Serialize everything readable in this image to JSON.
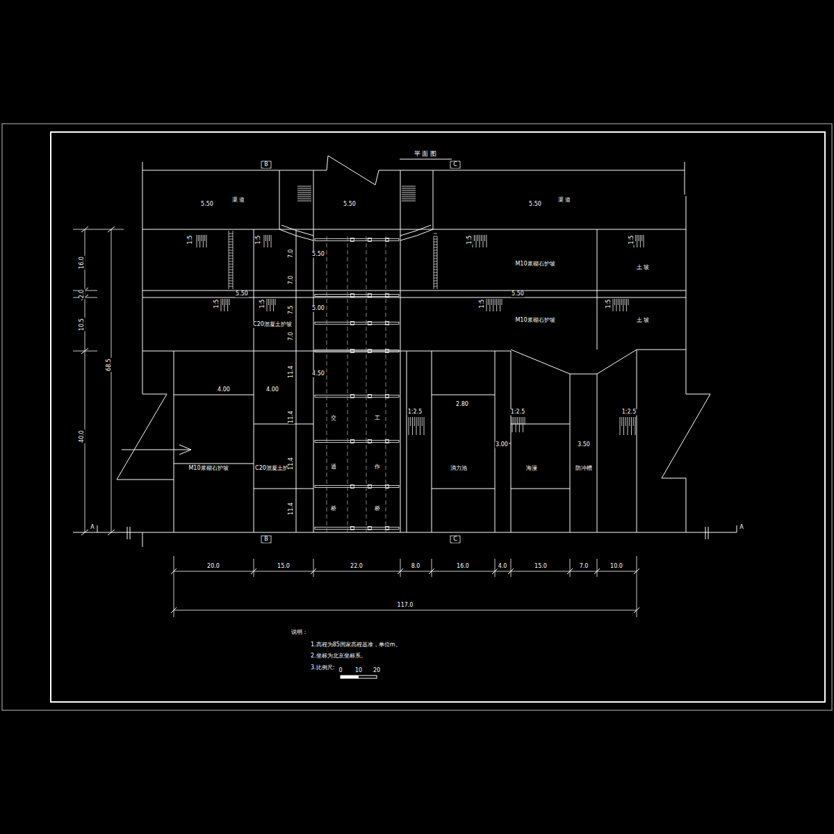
{
  "diagram": {
    "title": "平 面 图",
    "labels": [
      "B",
      "C",
      "B",
      "C",
      "A",
      "A",
      "5.50",
      "渠 道",
      "5.50",
      "5.50",
      "渠 道",
      "1:5",
      "1:5",
      "1:5",
      "1:5",
      "M10浆砌石护坡",
      "土 坡",
      "5.50",
      "5.50",
      "1:5",
      "1:5",
      "1:5",
      "1:5",
      "C20混凝土护坡",
      "M10浆砌石护坡",
      "土 坡",
      "4.00",
      "4.00",
      "1:2.5",
      "2.80",
      "1:2.5",
      "1:2.5",
      "3.00",
      "3.50",
      "M10浆砌石护坡",
      "C20混凝土护坡",
      "消力池",
      "海漫",
      "防冲槽",
      "交",
      "通",
      "桥",
      "工",
      "作",
      "桥",
      "5.50",
      "5.00",
      "4.50",
      "7.0",
      "7.0",
      "7.5",
      "7.0",
      "11.4",
      "11.4",
      "11.4",
      "11.4",
      "16.0",
      "2.0",
      "10.5",
      "40.0",
      "68.5",
      "20.0",
      "15.0",
      "22.0",
      "8.0",
      "16.0",
      "4.0",
      "15.0",
      "7.0",
      "10.0",
      "117.0",
      "说明：",
      "1.高程为85国家高程基准，单位m。",
      "2.坐标为北京坐标系。",
      "3.比例尺:",
      "0",
      "10",
      "20"
    ]
  }
}
